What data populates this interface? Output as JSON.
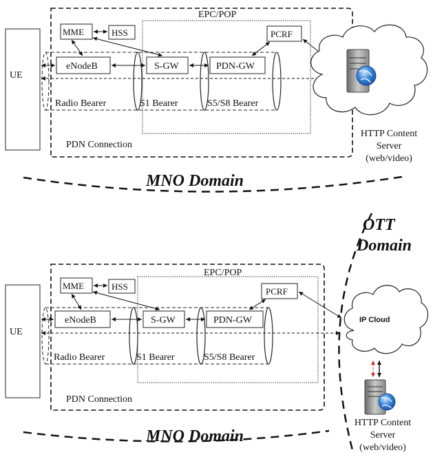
{
  "top": {
    "ue": "UE",
    "epc": "EPC/POP",
    "mme": "MME",
    "hss": "HSS",
    "pcrf": "PCRF",
    "enodeb": "eNodeB",
    "sgw": "S-GW",
    "pdngw": "PDN-GW",
    "radio_bearer": "Radio Bearer",
    "s1_bearer": "S1 Bearer",
    "s5s8_bearer": "S5/S8 Bearer",
    "pdn_connection": "PDN Connection",
    "server_label": [
      "HTTP Content",
      "Server",
      "(web/video)"
    ],
    "domain": "MNO Domain"
  },
  "bottom": {
    "ue": "UE",
    "epc": "EPC/POP",
    "mme": "MME",
    "hss": "HSS",
    "pcrf": "PCRF",
    "enodeb": "eNodeB",
    "sgw": "S-GW",
    "pdngw": "PDN-GW",
    "radio_bearer": "Radio Bearer",
    "s1_bearer": "S1 Bearer",
    "s5s8_bearer": "S5/S8 Bearer",
    "pdn_connection": "PDN Connection",
    "ott_domain": [
      "OTT",
      "Domain"
    ],
    "ip_cloud": "IP Cloud",
    "server_label": [
      "HTTP Content",
      "Server",
      "(web/video)"
    ],
    "domain": "MNO Domain"
  }
}
